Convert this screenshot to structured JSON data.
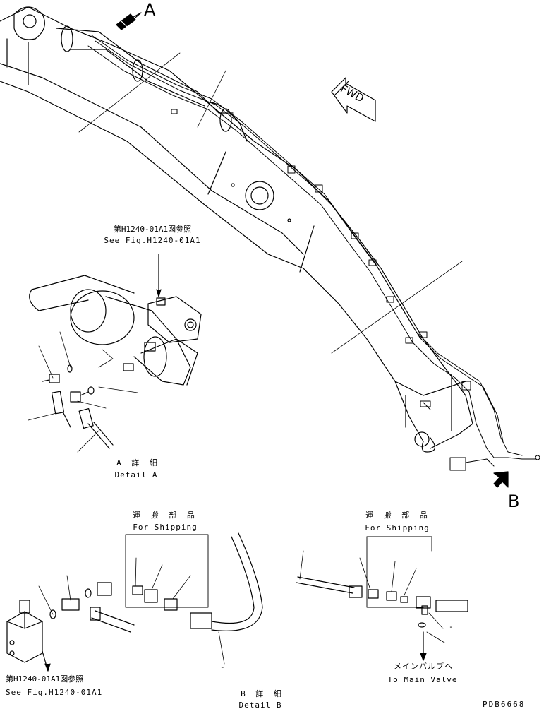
{
  "callouts": {
    "view_a": "A",
    "view_b": "B",
    "fwd": "FWD"
  },
  "refs": {
    "top_jp": "第H1240-01A1図参照",
    "top_en": "See Fig.H1240-01A1",
    "bottom_jp": "第H1240-01A1図参照",
    "bottom_en": "See Fig.H1240-01A1"
  },
  "details": {
    "a_jp": "A 詳 細",
    "a_en": "Detail A",
    "b_jp": "B 詳 細",
    "b_en": "Detail B"
  },
  "shipping": {
    "left_jp": "運 搬 部 品",
    "left_en": "For Shipping",
    "right_jp": "運 搬 部 品",
    "right_en": "For Shipping"
  },
  "main_valve": {
    "jp": "メインバルブへ",
    "en": "To Main Valve"
  },
  "drawing_code": "PDB6668",
  "dash_marks": [
    "-",
    "-"
  ],
  "colors": {
    "ink": "#000000",
    "paper": "#ffffff"
  }
}
